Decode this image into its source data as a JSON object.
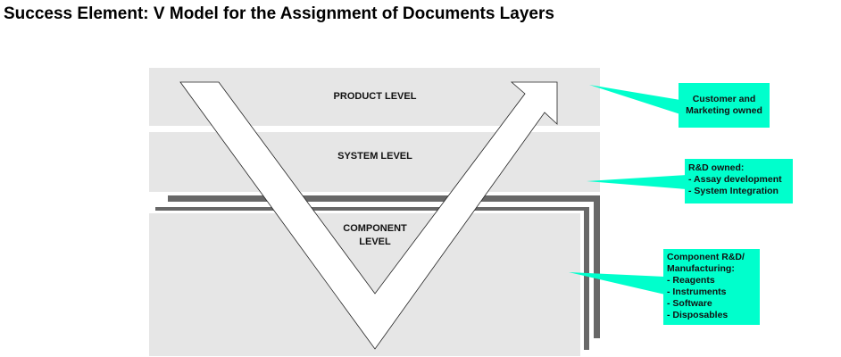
{
  "title": "Success Element: V Model for the Assignment of Documents Layers",
  "levels": {
    "product": "PRODUCT LEVEL",
    "system": "SYSTEM LEVEL",
    "component_line1": "COMPONENT",
    "component_line2": "LEVEL"
  },
  "callouts": {
    "product": {
      "lines": [
        "Customer and",
        "Marketing owned"
      ]
    },
    "system": {
      "lines": [
        "R&D owned:",
        "- Assay development",
        "- System Integration"
      ]
    },
    "component": {
      "lines": [
        "Component R&D/",
        "Manufacturing:",
        "- Reagents",
        "- Instruments",
        "- Software",
        "- Disposables"
      ]
    }
  },
  "colors": {
    "band": "#e6e6e6",
    "shadow": "#686868",
    "callout": "#00ffcc"
  }
}
